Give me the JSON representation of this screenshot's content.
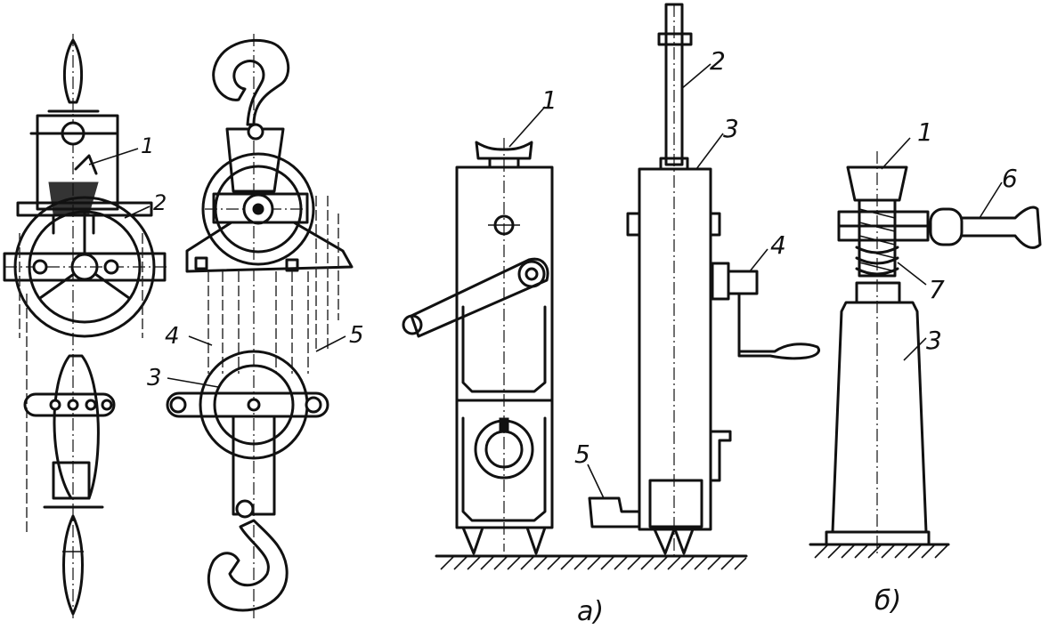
{
  "labels": {
    "hoist_worm": [
      "1",
      "2"
    ],
    "hoist_block": [
      "5",
      "4",
      "3"
    ],
    "jack_rack": [
      "1",
      "2",
      "3",
      "4",
      "5"
    ],
    "jack_screw": [
      "1",
      "6",
      "7",
      "3"
    ]
  },
  "captions": {
    "a": "а)",
    "b": "б)"
  }
}
